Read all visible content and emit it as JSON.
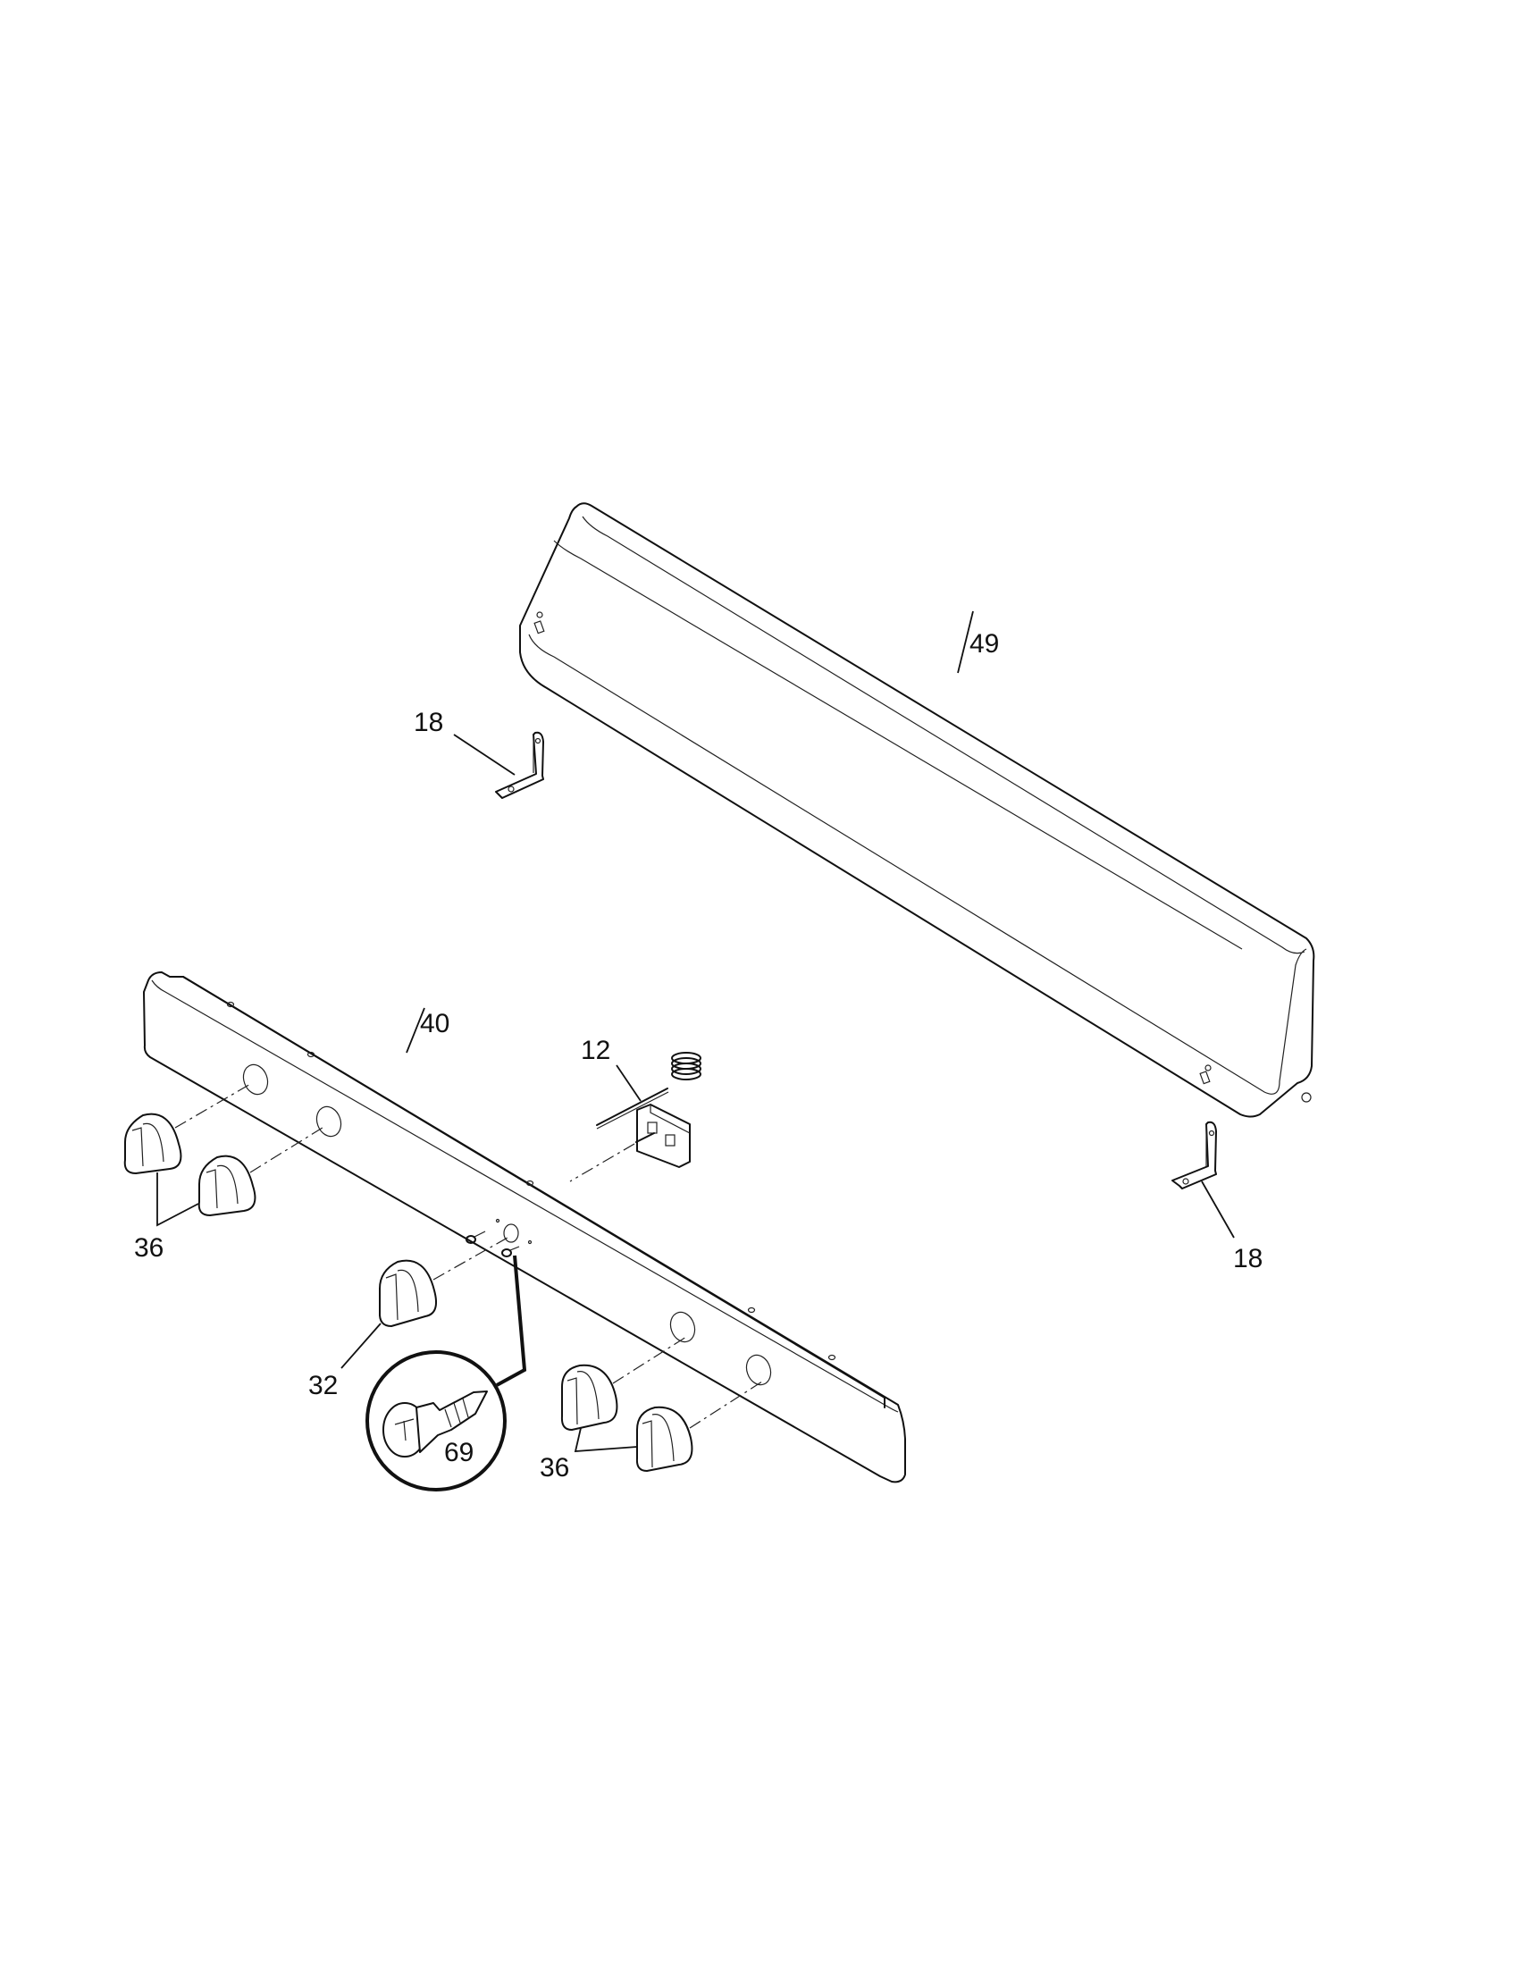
{
  "diagram": {
    "type": "exploded-parts-view",
    "subject": "Range backguard and control panel assembly",
    "colors": {
      "line": "#111111",
      "background": "#ffffff"
    },
    "callouts": [
      {
        "id": "c49",
        "label": "49",
        "part": "backguard"
      },
      {
        "id": "c18a",
        "label": "18",
        "part": "bracket-left"
      },
      {
        "id": "c18b",
        "label": "18",
        "part": "bracket-right"
      },
      {
        "id": "c40",
        "label": "40",
        "part": "control-panel"
      },
      {
        "id": "c12",
        "label": "12",
        "part": "thermostat"
      },
      {
        "id": "c36a",
        "label": "36",
        "part": "knobs-left-pair"
      },
      {
        "id": "c32",
        "label": "32",
        "part": "knob-center"
      },
      {
        "id": "c69",
        "label": "69",
        "part": "screw-detail"
      },
      {
        "id": "c36b",
        "label": "36",
        "part": "knobs-right-pair"
      }
    ]
  }
}
